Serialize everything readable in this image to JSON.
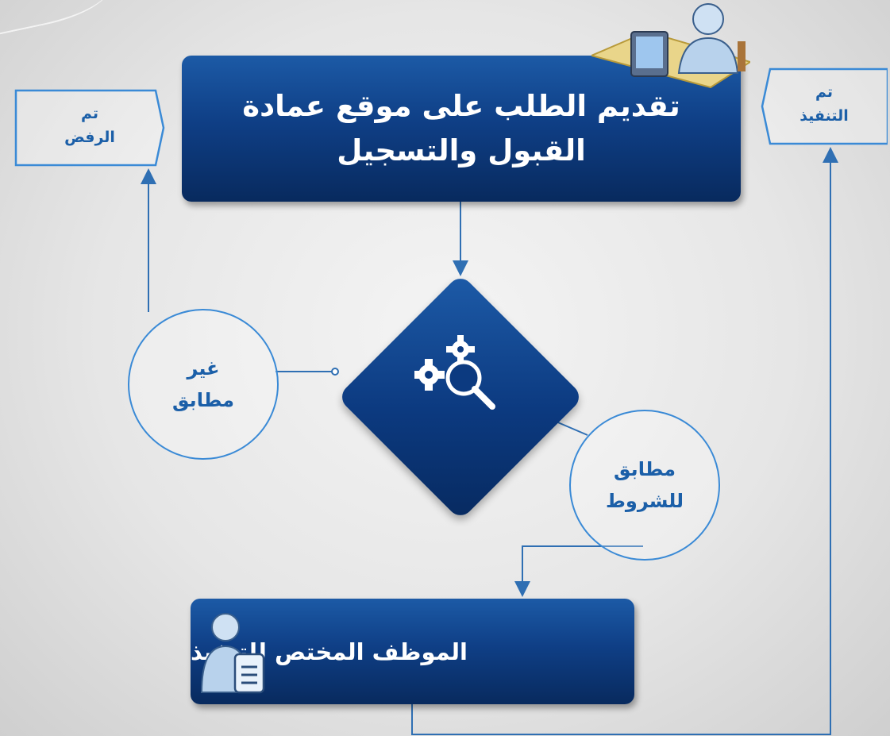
{
  "nodes": {
    "submit": "تقديم الطلب على موقع عمادة القبول والتسجيل",
    "employee": "الموظف المختص للتنفيذ",
    "not_matching_line1": "غير",
    "not_matching_line2": "مطابق",
    "matching_line1": "مطابق",
    "matching_line2": "للشروط",
    "rejected_line1": "تم",
    "rejected_line2": "الرفض",
    "done_line1": "تم",
    "done_line2": "التنفيذ"
  },
  "colors": {
    "box_blue": "#0f3f86",
    "line_blue": "#2f6fb3",
    "text_blue": "#1b5fa8"
  },
  "icons": [
    "computer-user-icon",
    "gears-magnifier-icon",
    "employee-badge-icon"
  ]
}
